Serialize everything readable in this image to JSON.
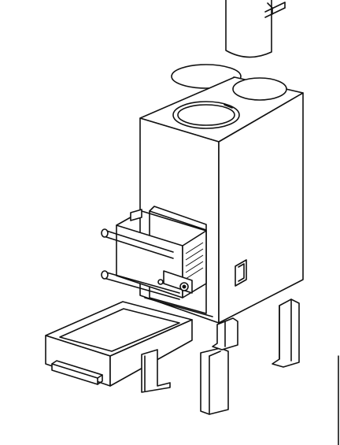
{
  "figure": {
    "kind": "exploded-assembly-line-drawing",
    "subject": "box-stove",
    "colors": {
      "line": "#111111",
      "background": "#ffffff"
    },
    "parts": [
      "chimney-pipe",
      "hob-lid",
      "stove-body",
      "firebox-grate",
      "ash-drawer",
      "support-legs"
    ]
  }
}
